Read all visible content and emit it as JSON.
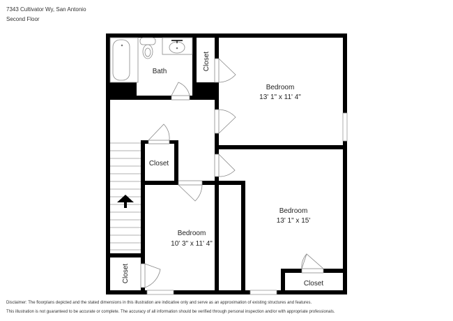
{
  "header": {
    "address": "7343 Cultivator Wy, San Antonio",
    "floor": "Second Floor"
  },
  "rooms": [
    {
      "name": "Bath",
      "dimensions": ""
    },
    {
      "name": "Closet",
      "dimensions": "",
      "location": "top-center",
      "orientation": "vertical"
    },
    {
      "name": "Bedroom",
      "dimensions": "13' 1\" x 11' 4\"",
      "location": "top-right"
    },
    {
      "name": "Closet",
      "dimensions": "",
      "location": "center-left"
    },
    {
      "name": "Bedroom",
      "dimensions": "13' 1\" x 15'",
      "location": "bottom-right"
    },
    {
      "name": "Bedroom",
      "dimensions": "10' 3\" x 11' 4\"",
      "location": "bottom-center"
    },
    {
      "name": "Closet",
      "dimensions": "",
      "location": "bottom-left",
      "orientation": "vertical"
    },
    {
      "name": "Closet",
      "dimensions": "",
      "location": "bottom-right"
    }
  ],
  "labels": {
    "bath": "Bath",
    "closet_top": "Closet",
    "bedroom_top_name": "Bedroom",
    "bedroom_top_dims": "13' 1\" x 11' 4\"",
    "closet_mid": "Closet",
    "bedroom_right_name": "Bedroom",
    "bedroom_right_dims": "13' 1\" x 15'",
    "bedroom_bottom_name": "Bedroom",
    "bedroom_bottom_dims": "10' 3\" x 11' 4\"",
    "closet_bottom_left": "Closet",
    "closet_bottom_right": "Closet"
  },
  "icons": [
    "stairs-up-arrow-icon",
    "bathtub-icon",
    "toilet-icon",
    "sink-icon",
    "door-swing-icon",
    "window-icon"
  ],
  "colors": {
    "wall": "#000000",
    "fixture_line": "#888888",
    "background": "#ffffff"
  },
  "disclaimer": {
    "line1": "Disclaimer: The floorplans depicted and the stated dimensions in this illustration are indicative only and serve as an approximation of existing structures and features.",
    "line2": "This illustration is not guaranteed to be accurate or complete. The accuracy of all information should be verified through personal inspection and/or with appropriate professionals."
  }
}
